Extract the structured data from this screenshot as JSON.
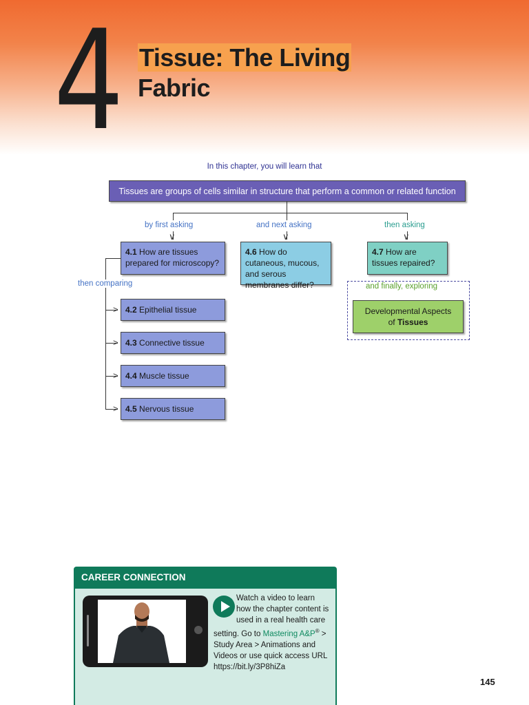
{
  "chapter": {
    "number": "4",
    "title_highlight": "Tissue: The Living",
    "title_rest": "Fabric"
  },
  "intro": "In this chapter, you will learn that",
  "main_statement": "Tissues are groups of cells similar in structure that perform a common or related function",
  "connectors": {
    "first": "by first asking",
    "next": "and next asking",
    "then": "then asking",
    "comparing": "then comparing",
    "finally": "and finally, exploring"
  },
  "sections": [
    {
      "num": "4.1",
      "text": "How are tissues prepared for microscopy?"
    },
    {
      "num": "4.2",
      "text": "Epithelial tissue"
    },
    {
      "num": "4.3",
      "text": "Connective tissue"
    },
    {
      "num": "4.4",
      "text": "Muscle tissue"
    },
    {
      "num": "4.5",
      "text": "Nervous tissue"
    },
    {
      "num": "4.6",
      "text": "How do cutaneous, mucous, and serous membranes differ?"
    },
    {
      "num": "4.7",
      "text": "How are tissues repaired?"
    }
  ],
  "developmental": {
    "line1": "Developmental Aspects",
    "prefix": "of",
    "bold": "Tissues"
  },
  "career": {
    "heading": "CAREER CONNECTION",
    "text_lines": [
      "Watch a video to learn",
      "how the chapter content is",
      "used in a real health care"
    ],
    "setting_prefix": "setting. Go to",
    "mastering": "Mastering A&P",
    "registered": "®",
    "after_mastering": " >",
    "line_study": "Study Area > Animations and",
    "line_videos": "Videos or use quick access URL",
    "url": "https://bit.ly/3P8hiZa"
  },
  "page_number": "145",
  "colors": {
    "header_orange": "#f06a30",
    "title_highlight": "#f7a14e",
    "main_box": "#6a5fb5",
    "blue_box": "#8d9bdc",
    "lightblue_box": "#8ccde4",
    "teal_box": "#7fd0c4",
    "green_box": "#9ed06a",
    "career_green": "#0f7a5a"
  }
}
